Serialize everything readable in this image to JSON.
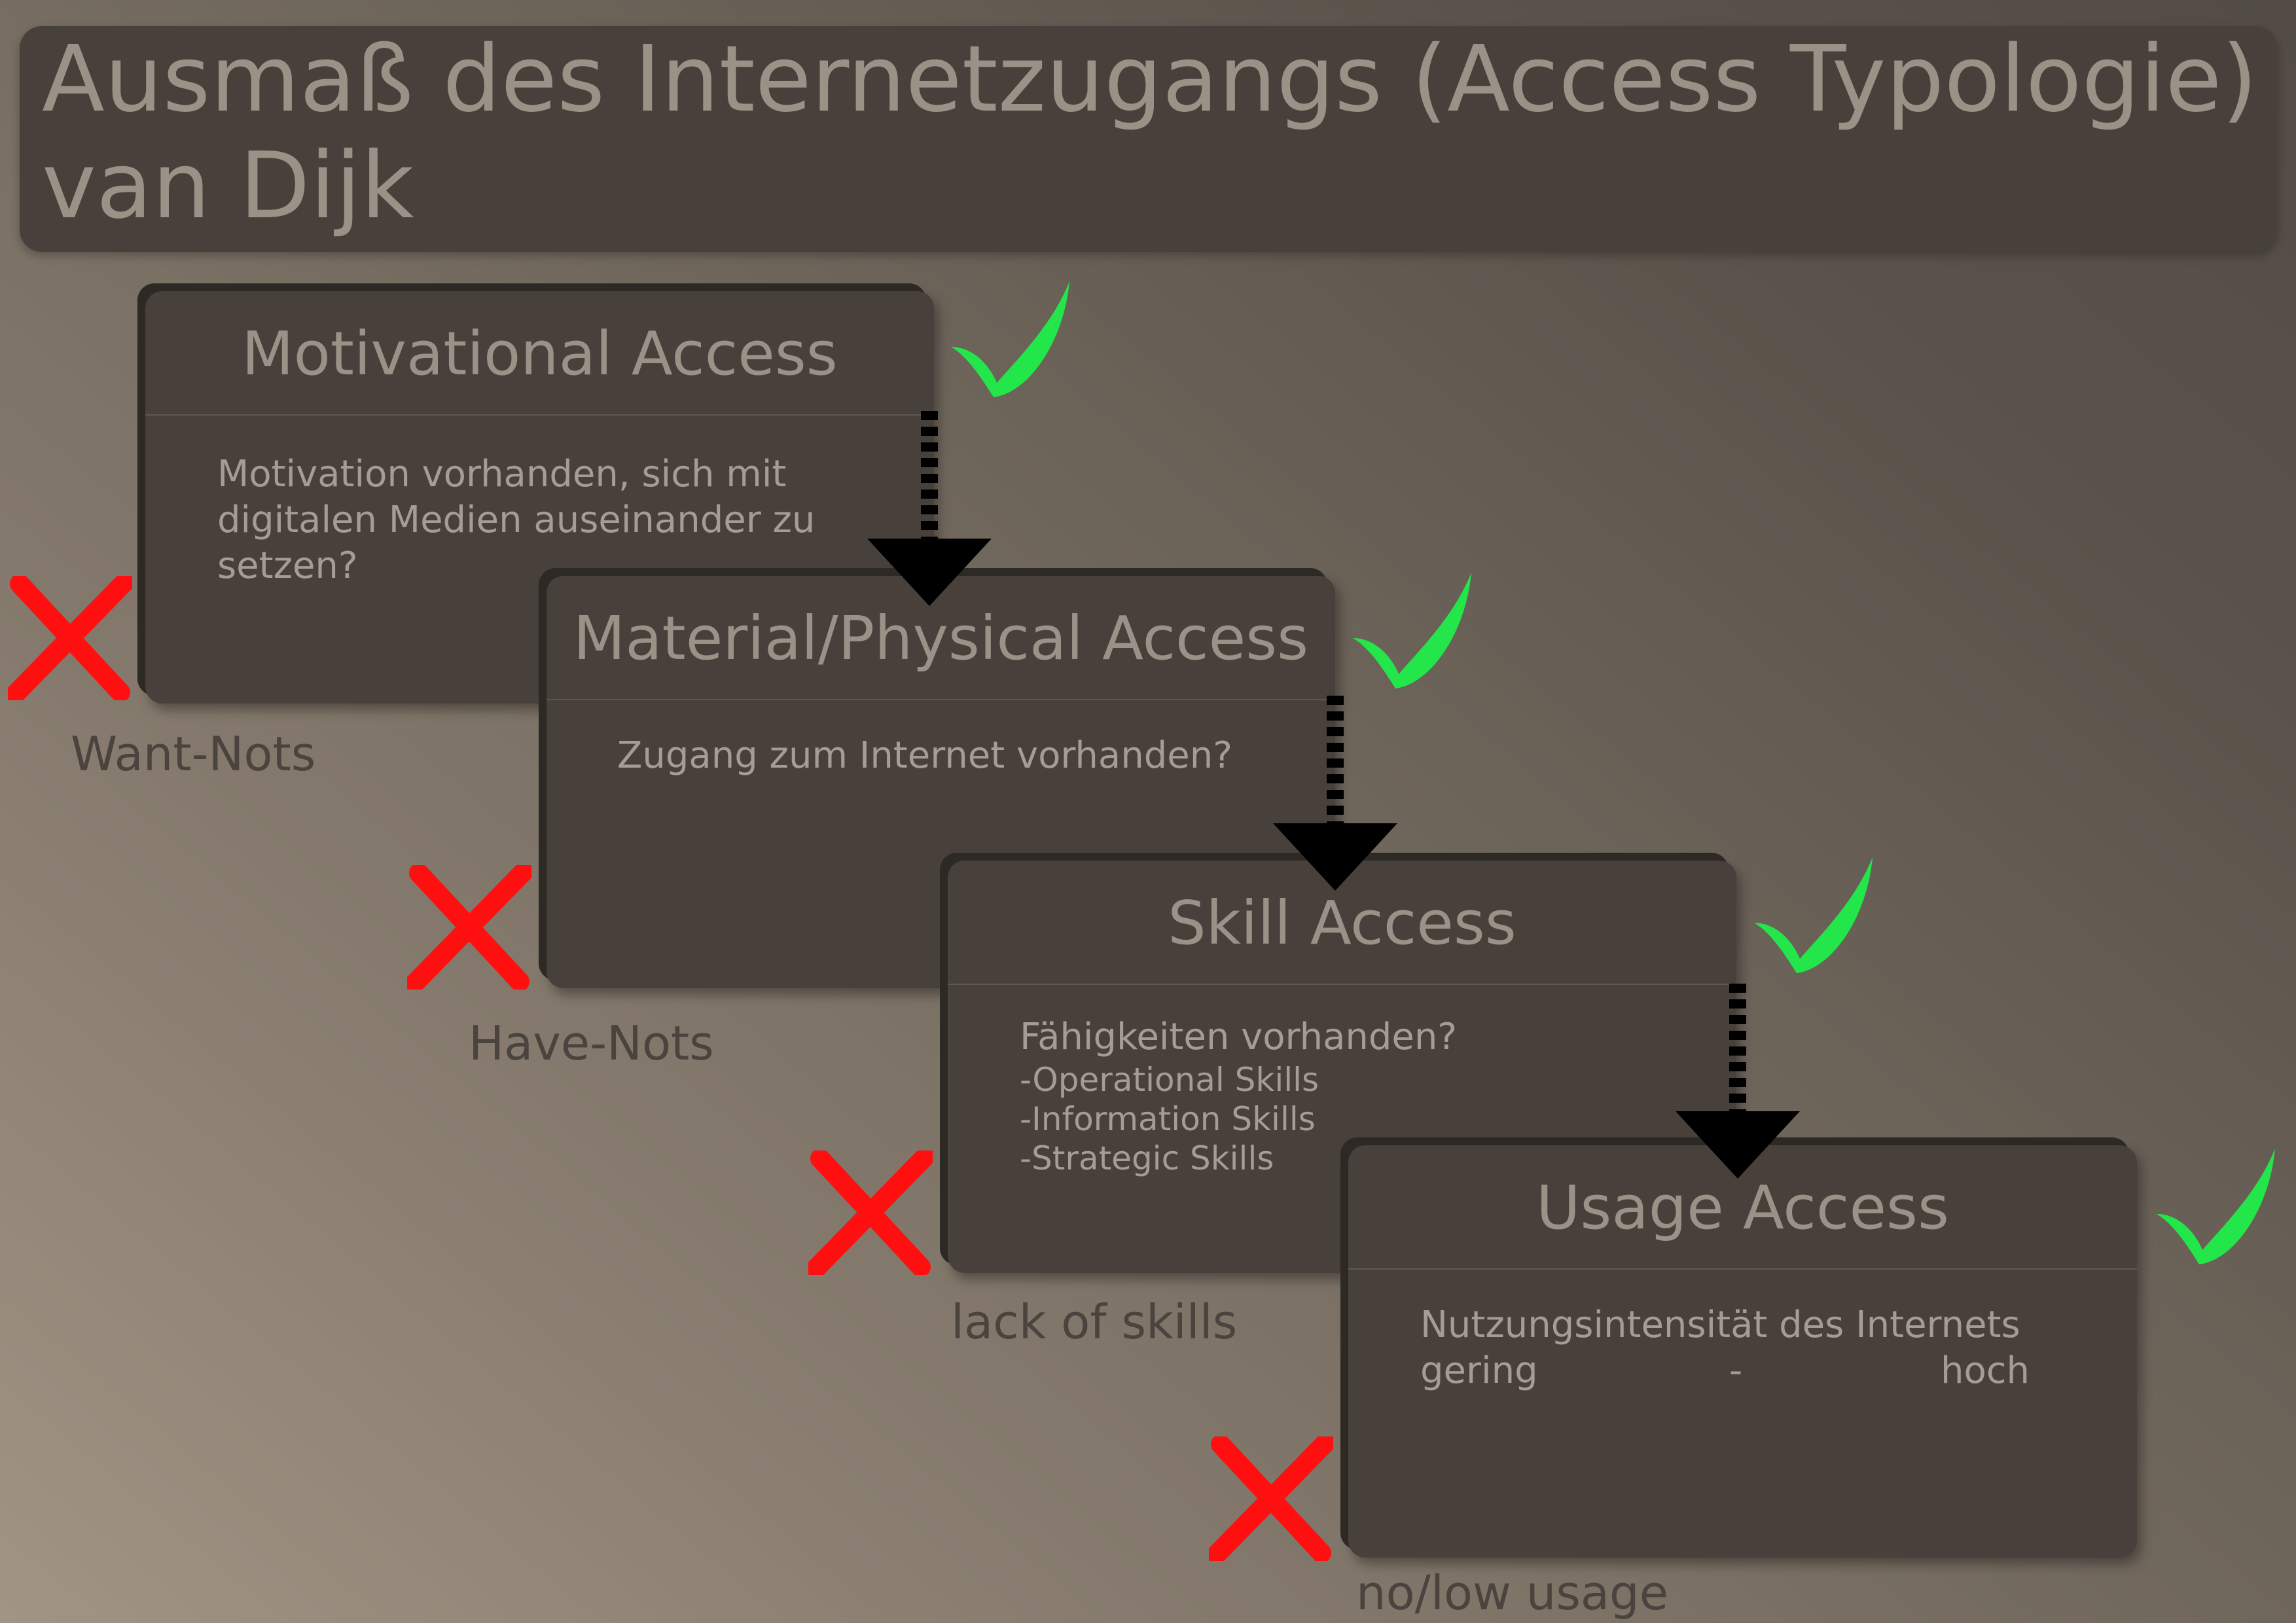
{
  "title": {
    "line1": "Ausmaß des Internetzugangs (Access Typologie)",
    "line2": "van Dijk"
  },
  "stages": [
    {
      "title": "Motivational Access",
      "body": [
        "Motivation vorhanden, sich mit",
        "digitalen Medien auseinander zu",
        "setzen?"
      ],
      "outcome": "Want-Nots"
    },
    {
      "title": "Material/Physical Access",
      "body": [
        "Zugang zum Internet vorhanden?"
      ],
      "outcome": "Have-Nots"
    },
    {
      "title": "Skill Access",
      "body": [
        "Fähigkeiten vorhanden?"
      ],
      "sub_items": [
        "-Operational Skills",
        "-Information Skills",
        "-Strategic Skills"
      ],
      "outcome": "lack of skills"
    },
    {
      "title": "Usage Access",
      "body": [
        "Nutzungsintensität des Internets"
      ],
      "range": {
        "low": "gering",
        "separator": "-",
        "high": "hoch"
      },
      "outcome": "no/low usage"
    }
  ],
  "colors": {
    "check": "#22e64a",
    "cross": "#ff0f0f",
    "card": "#48403b",
    "arrow": "#000000"
  },
  "icons": {
    "pass": "checkmark-icon",
    "fail": "cross-icon",
    "flow": "dashed-down-arrow-icon"
  }
}
